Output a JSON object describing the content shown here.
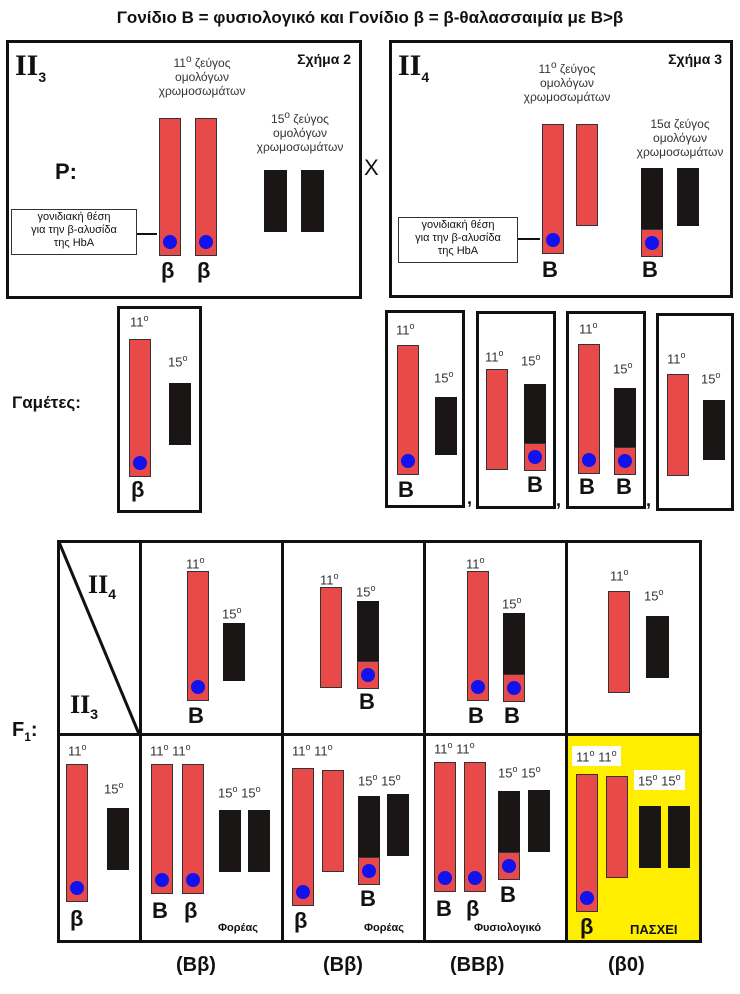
{
  "title": "Γονίδιο Β = φυσιολογικό και Γονίδιο β = β-θαλασσαιμία με Β>β",
  "parents": {
    "label": "P:",
    "cross_symbol": "X",
    "left": {
      "individual": "II",
      "individual_sub": "3",
      "figure": "Σχήμα 2",
      "chr11_caption": "11ο ζεύγος ομολόγων χρωμοσωμάτων",
      "chr11_caption_lines": [
        "11",
        "ζεύγος",
        "ομολόγων",
        "χρωμοσωμάτων"
      ],
      "chr15_caption_lines": [
        "15",
        "ζεύγος",
        "ομολόγων",
        "χρωμοσωμάτων"
      ],
      "note_lines": [
        "γονιδιακή θέση",
        "για την β-αλυσίδα",
        "της HbA"
      ],
      "alleles": [
        "β",
        "β"
      ]
    },
    "right": {
      "individual": "II",
      "individual_sub": "4",
      "figure": "Σχήμα 3",
      "chr11_caption_lines": [
        "11",
        "ζεύγος",
        "ομολόγων",
        "χρωμοσωμάτων"
      ],
      "chr15_caption_lines": [
        "15α ζεύγος",
        "ομολόγων",
        "χρωμοσωμάτων"
      ],
      "note_lines": [
        "γονιδιακή θέση",
        "για την β-αλυσίδα",
        "της HbA"
      ],
      "alleles": [
        "Β",
        "Β"
      ]
    }
  },
  "gametes": {
    "label": "Γαμέτες:",
    "chr11": "11",
    "chr15": "15",
    "sup": "ο",
    "left_allele": "β",
    "right": [
      {
        "alleles": [
          "Β"
        ]
      },
      {
        "alleles": [
          "Β"
        ]
      },
      {
        "alleles": [
          "Β",
          "Β"
        ]
      },
      {
        "alleles": []
      }
    ],
    "separator": ","
  },
  "punnett": {
    "label": "F",
    "label_sub": "1",
    "label_suffix": ":",
    "corner_top": "II",
    "corner_top_sub": "4",
    "corner_bottom": "II",
    "corner_bottom_sub": "3",
    "header_alleles": [
      [
        "Β"
      ],
      [
        "Β"
      ],
      [
        "Β",
        "Β"
      ],
      []
    ],
    "row_allele": "β",
    "offspring": [
      {
        "alleles": [
          "Β",
          "β"
        ],
        "status": "Φορέας",
        "genotype": "(Ββ)"
      },
      {
        "alleles": [
          "β",
          "Β"
        ],
        "status": "Φορέας",
        "genotype": "(Ββ)"
      },
      {
        "alleles": [
          "Β",
          "β",
          "Β"
        ],
        "status": "Φυσιολογικό",
        "genotype": "(ΒΒβ)"
      },
      {
        "alleles": [
          "β"
        ],
        "status": "ΠΑΣΧΕΙ",
        "genotype": "(β0)"
      }
    ]
  },
  "colors": {
    "chromosome11": "#e84a4a",
    "chromosome15": "#1a1616",
    "locus": "#1212ee",
    "affected_highlight": "#ffee00"
  }
}
